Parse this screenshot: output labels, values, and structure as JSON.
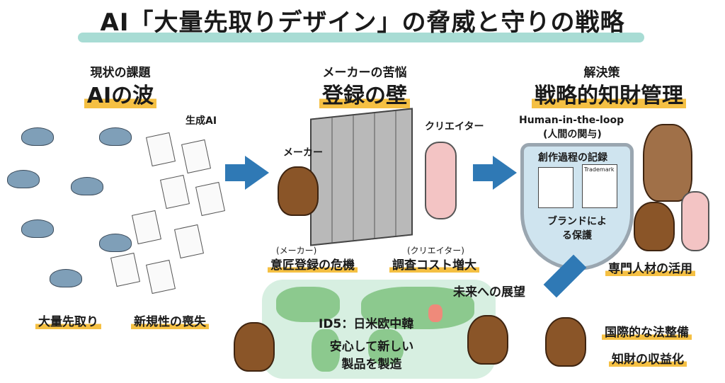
{
  "title": "AI「大量先取りデザイン」の脅威と守りの戦略",
  "colors": {
    "highlight": "#f5c043",
    "title_band": "#a8dcd4",
    "arrow": "#2f79b5",
    "korea_china": "#ef8a7a"
  },
  "sections": [
    {
      "subtitle": "現状の課題",
      "heading": "AIの波",
      "tag": "生成AI",
      "labels": [
        "大量先取り",
        "新規性の喪失"
      ]
    },
    {
      "subtitle": "メーカーの苦悩",
      "heading": "登録の壁",
      "tags": [
        "メーカー",
        "クリエイター"
      ],
      "captions": [
        {
          "paren": "(メーカー)",
          "label": "意匠登録の危機"
        },
        {
          "paren": "(クリエイター)",
          "label": "調査コスト増大"
        }
      ]
    },
    {
      "subtitle": "解決策",
      "heading": "戦略的知財管理",
      "hitl": "Human-in-the-loop",
      "hitl_sub": "(人間の関与)",
      "shield_top": "創作過程の記録",
      "doc_label": "Trademark",
      "shield_bottom": "ブランドによる保護",
      "label": "専門人材の活用"
    }
  ],
  "future": {
    "heading": "未来への展望",
    "id5": "ID5：日米欧中韓",
    "message": "安心して新しい製品を製造",
    "labels": [
      "国際的な法整備",
      "知財の収益化"
    ]
  }
}
